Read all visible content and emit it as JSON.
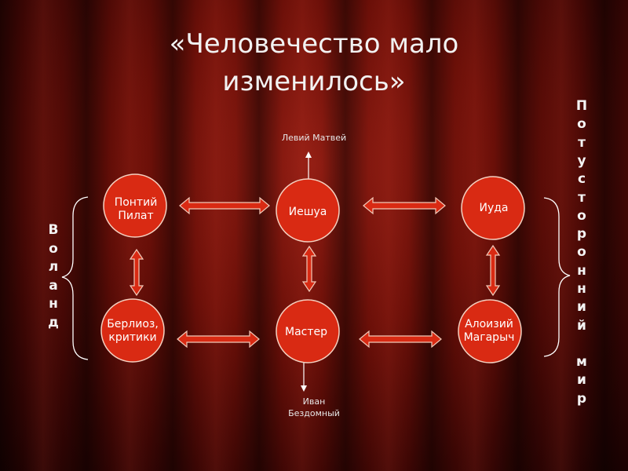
{
  "title": "«Человечество мало изменилось»",
  "nodes": [
    {
      "id": "pilate",
      "label_lines": [
        "Понтий",
        "Пилат"
      ]
    },
    {
      "id": "yeshua",
      "label_lines": [
        "Иешуа"
      ]
    },
    {
      "id": "judas",
      "label_lines": [
        "Иуда"
      ]
    },
    {
      "id": "berlioz",
      "label_lines": [
        "Берлиоз,",
        "критики"
      ]
    },
    {
      "id": "master",
      "label_lines": [
        "Мастер"
      ]
    },
    {
      "id": "aloisy",
      "label_lines": [
        "Алоизий",
        "Магарыч"
      ]
    }
  ],
  "labels": {
    "levi": "Левий Матвей",
    "ivan_lines": [
      "Иван",
      "Бездомный"
    ]
  },
  "side_left": "Воланд",
  "side_right": [
    "Потусторонний",
    "мир"
  ],
  "colors": {
    "node_fill": "#d92a13",
    "node_stroke": "#f4d0c0",
    "arrow_fill": "#d92a13",
    "arrow_stroke": "#f2c9b8",
    "thin_line": "#ffffff"
  }
}
